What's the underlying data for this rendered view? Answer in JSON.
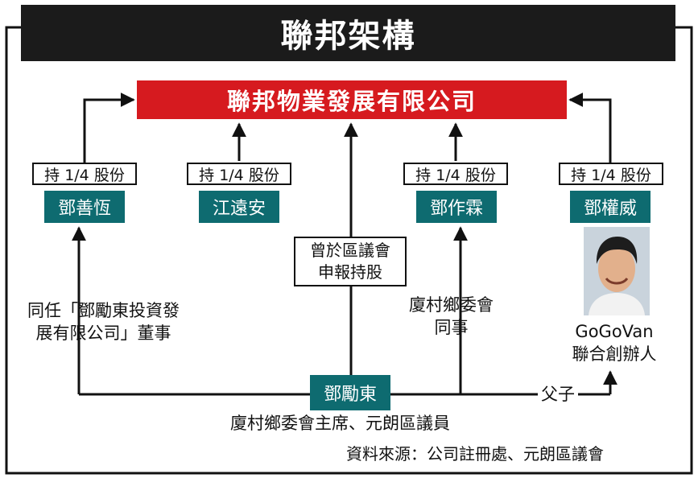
{
  "header": {
    "title": "聯邦架構"
  },
  "company": {
    "name": "聯邦物業發展有限公司"
  },
  "shareholders": [
    {
      "share": "持 1/4 股份",
      "name": "鄧善恆"
    },
    {
      "share": "持 1/4 股份",
      "name": "江遠安"
    },
    {
      "share": "持 1/4 股份",
      "name": "鄧作霖"
    },
    {
      "share": "持 1/4 股份",
      "name": "鄧權威"
    }
  ],
  "center": {
    "name": "鄧勵東",
    "role": "廈村鄉委會主席、元朗區議員",
    "declare_line1": "曾於區議會",
    "declare_line2": "申報持股"
  },
  "relations": {
    "left_line1": "同任「鄧勵東投資發",
    "left_line2": "展有限公司」董事",
    "mid_line1": "廈村鄉委會",
    "mid_line2": "同事",
    "father_son": "父子"
  },
  "founder": {
    "line1": "GoGoVan",
    "line2": "聯合創辦人"
  },
  "footer": {
    "source": "資料來源：公司註冊處、元朗區議會"
  },
  "colors": {
    "title_bg": "#1b1b1b",
    "company_bg": "#d61a1f",
    "person_bg": "#0e6b70",
    "line": "#111111"
  }
}
